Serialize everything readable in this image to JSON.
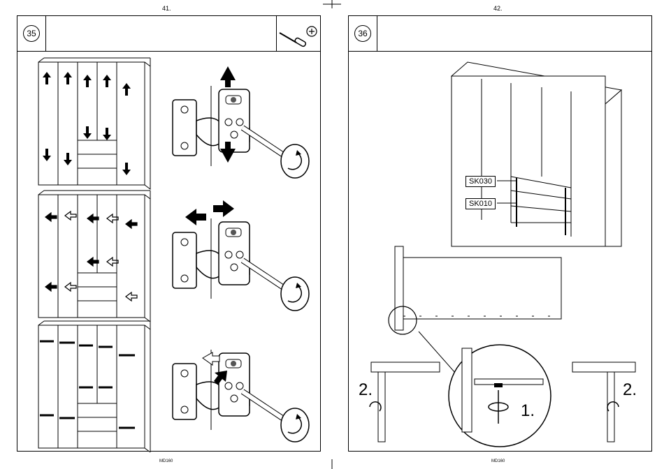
{
  "left_page": {
    "page_number": "41.",
    "step": "35",
    "footer": "MD160"
  },
  "right_page": {
    "page_number": "42.",
    "step": "36",
    "footer": "MD160"
  },
  "labels": {
    "sk030": "SK030",
    "sk010": "SK010",
    "step1": "1.",
    "step2_left": "2.",
    "step2_right": "2."
  },
  "icons": [
    "screwdriver-icon",
    "phillips-screw-icon",
    "hinge-icon",
    "arrow-up-icon",
    "arrow-down-icon",
    "arrow-left-right-icon",
    "rotate-icon"
  ]
}
